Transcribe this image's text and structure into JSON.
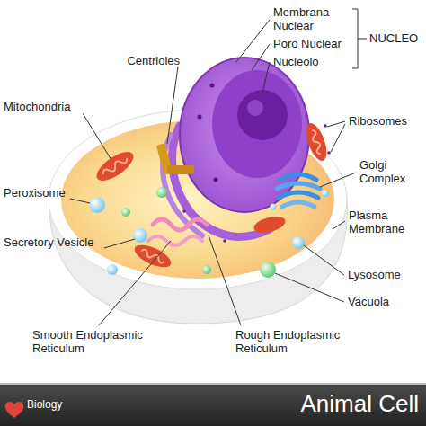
{
  "diagram": {
    "title": "Animal Cell",
    "labels": [
      "Membrana Nuclear",
      "Poro Nuclear",
      "Nucleolo",
      "NUCLEO",
      "Centrioles",
      "Mitochondria",
      "Ribosomes",
      "Golgi Complex",
      "Peroxisome",
      "Plasma Membrane",
      "Secretory Vesicle",
      "Lysosome",
      "Vacuola",
      "Smooth Endoplasmic Reticulum",
      "Rough Endoplasmic Reticulum",
      "Biology"
    ]
  }
}
